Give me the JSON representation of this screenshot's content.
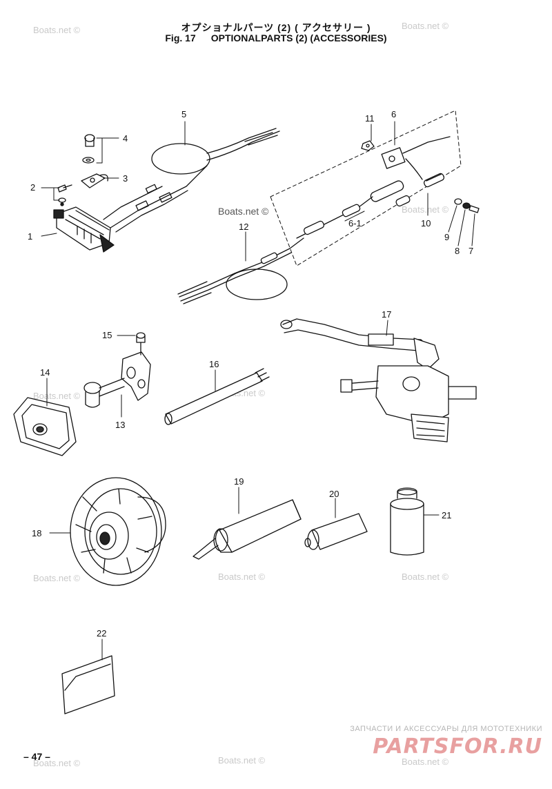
{
  "header": {
    "title_jp": "オプショナルパーツ (2) ( アクセサリー )",
    "fig_number": "Fig. 17",
    "title_en": "OPTIONALPARTS (2) (ACCESSORIES)"
  },
  "parts": [
    {
      "id": "1",
      "label": "1"
    },
    {
      "id": "2",
      "label": "2"
    },
    {
      "id": "3",
      "label": "3"
    },
    {
      "id": "4",
      "label": "4"
    },
    {
      "id": "5",
      "label": "5"
    },
    {
      "id": "6",
      "label": "6"
    },
    {
      "id": "6-1",
      "label": "6-1"
    },
    {
      "id": "7",
      "label": "7"
    },
    {
      "id": "8",
      "label": "8"
    },
    {
      "id": "9",
      "label": "9"
    },
    {
      "id": "10",
      "label": "10"
    },
    {
      "id": "11",
      "label": "11"
    },
    {
      "id": "12",
      "label": "12"
    },
    {
      "id": "13",
      "label": "13"
    },
    {
      "id": "14",
      "label": "14"
    },
    {
      "id": "15",
      "label": "15"
    },
    {
      "id": "16",
      "label": "16"
    },
    {
      "id": "17",
      "label": "17"
    },
    {
      "id": "18",
      "label": "18"
    },
    {
      "id": "19",
      "label": "19"
    },
    {
      "id": "20",
      "label": "20"
    },
    {
      "id": "21",
      "label": "21"
    },
    {
      "id": "22",
      "label": "22"
    }
  ],
  "watermark": {
    "text": "Boats.net ©"
  },
  "footer": {
    "page_number": "– 47 –",
    "brand_tagline": "ЗАПЧАСТИ И АКСЕССУАРЫ ДЛЯ МОТОТЕХНИКИ",
    "brand_logo": "PARTSFOR.RU"
  }
}
